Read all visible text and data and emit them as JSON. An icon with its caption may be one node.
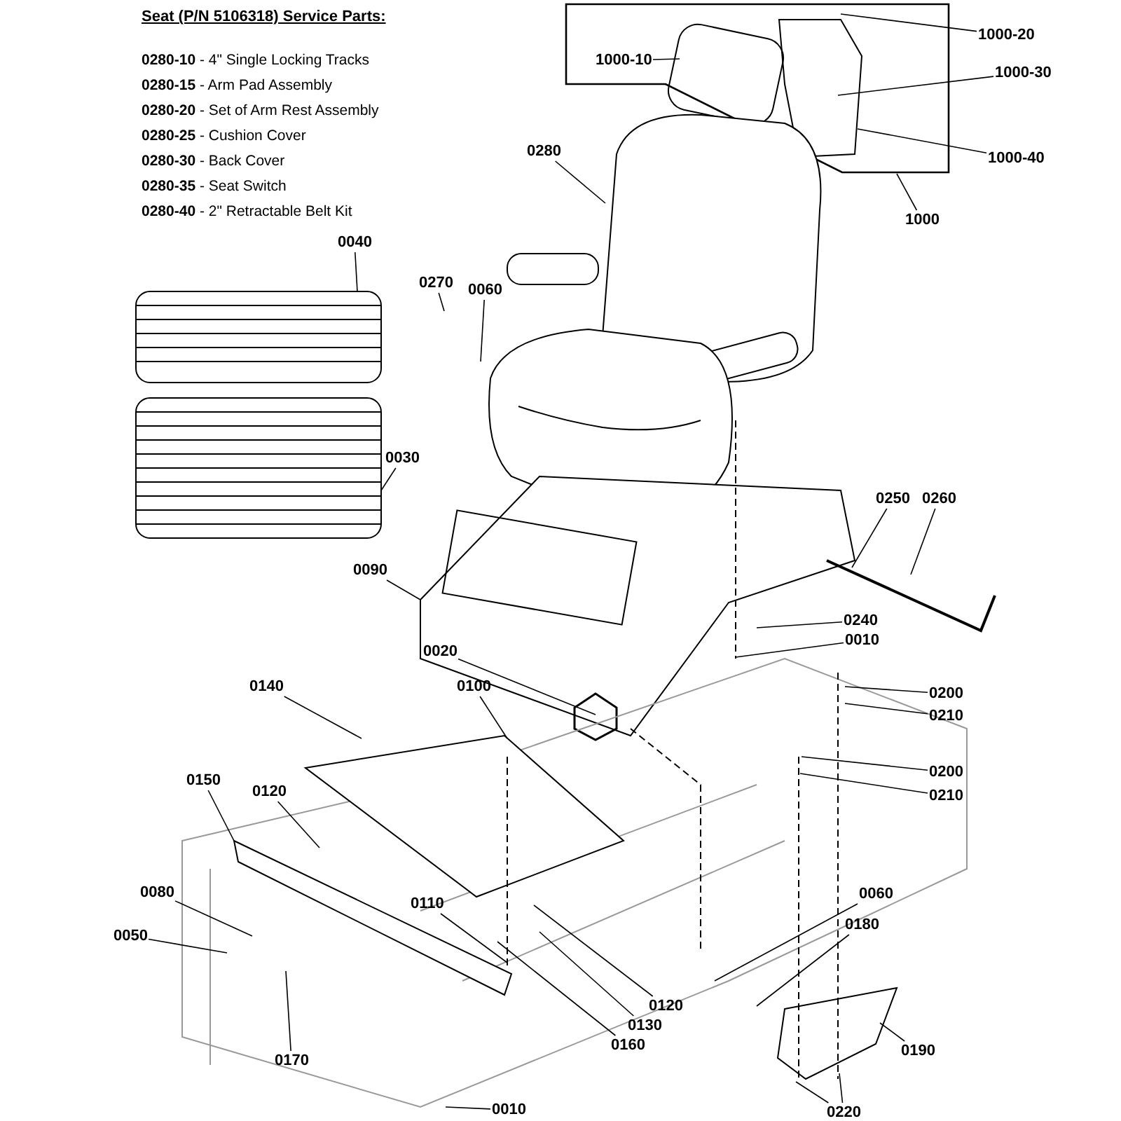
{
  "diagram": {
    "title": "Seat (P/N 5106318) Service Parts:",
    "nodes": [
      {
        "text": [
          "1000-10"
        ]
      },
      {
        "text": [
          "1000-20"
        ]
      },
      {
        "text": [
          "1000-30"
        ]
      },
      {
        "text": [
          "1000-40"
        ]
      },
      {
        "text": [
          "1000"
        ]
      },
      {
        "text": [
          "0280"
        ]
      },
      {
        "text": [
          "0040"
        ]
      },
      {
        "text": [
          "0270"
        ]
      },
      {
        "text": [
          "0060"
        ]
      },
      {
        "text": [
          "0030"
        ]
      },
      {
        "text": [
          "0250"
        ]
      },
      {
        "text": [
          "0260"
        ]
      },
      {
        "text": [
          "0090"
        ]
      },
      {
        "text": [
          "0240"
        ]
      },
      {
        "text": [
          "0010"
        ]
      },
      {
        "text": [
          "0020"
        ]
      },
      {
        "text": [
          "0200"
        ]
      },
      {
        "text": [
          "0140"
        ]
      },
      {
        "text": [
          "0100"
        ]
      },
      {
        "text": [
          "0210"
        ]
      },
      {
        "text": [
          "0200"
        ]
      },
      {
        "text": [
          "0210"
        ]
      },
      {
        "text": [
          "0150"
        ]
      },
      {
        "text": [
          "0120"
        ]
      },
      {
        "text": [
          "0080"
        ]
      },
      {
        "text": [
          "0110"
        ]
      },
      {
        "text": [
          "0060"
        ]
      },
      {
        "text": [
          "0050"
        ]
      },
      {
        "text": [
          "0180"
        ]
      },
      {
        "text": [
          "0120"
        ]
      },
      {
        "text": [
          "0130"
        ]
      },
      {
        "text": [
          "0160"
        ]
      },
      {
        "text": [
          "0190"
        ]
      },
      {
        "text": [
          "0170"
        ]
      },
      {
        "text": [
          "0010"
        ]
      },
      {
        "text": [
          "0220"
        ]
      }
    ],
    "edges": [
      {
        "from": 0,
        "to": null,
        "arrow": "none"
      },
      {
        "from": 1,
        "to": null,
        "arrow": "none"
      },
      {
        "from": 2,
        "to": null,
        "arrow": "none"
      },
      {
        "from": 3,
        "to": null,
        "arrow": "none"
      },
      {
        "from": 4,
        "to": null,
        "arrow": "none"
      },
      {
        "from": 5,
        "to": null,
        "arrow": "none"
      },
      {
        "from": 6,
        "to": null,
        "arrow": "none"
      },
      {
        "from": 7,
        "to": null,
        "arrow": "none"
      },
      {
        "from": 8,
        "to": null,
        "arrow": "none"
      },
      {
        "from": 9,
        "to": null,
        "arrow": "none"
      },
      {
        "from": 10,
        "to": null,
        "arrow": "none"
      },
      {
        "from": 11,
        "to": null,
        "arrow": "none"
      },
      {
        "from": 12,
        "to": null,
        "arrow": "none"
      },
      {
        "from": 13,
        "to": null,
        "arrow": "none"
      },
      {
        "from": 14,
        "to": null,
        "arrow": "none"
      },
      {
        "from": 15,
        "to": null,
        "arrow": "none"
      },
      {
        "from": 16,
        "to": null,
        "arrow": "none"
      },
      {
        "from": 17,
        "to": null,
        "arrow": "none"
      },
      {
        "from": 18,
        "to": null,
        "arrow": "none"
      },
      {
        "from": 19,
        "to": null,
        "arrow": "none"
      },
      {
        "from": 20,
        "to": null,
        "arrow": "none"
      },
      {
        "from": 21,
        "to": null,
        "arrow": "none"
      },
      {
        "from": 22,
        "to": null,
        "arrow": "none"
      },
      {
        "from": 23,
        "to": null,
        "arrow": "none"
      },
      {
        "from": 24,
        "to": null,
        "arrow": "none"
      },
      {
        "from": 25,
        "to": null,
        "arrow": "none"
      },
      {
        "from": 26,
        "to": null,
        "arrow": "none"
      },
      {
        "from": 27,
        "to": null,
        "arrow": "none"
      },
      {
        "from": 28,
        "to": null,
        "arrow": "none"
      },
      {
        "from": 29,
        "to": null,
        "arrow": "none"
      },
      {
        "from": 30,
        "to": null,
        "arrow": "none"
      },
      {
        "from": 31,
        "to": null,
        "arrow": "none"
      },
      {
        "from": 32,
        "to": null,
        "arrow": "none"
      },
      {
        "from": 33,
        "to": null,
        "arrow": "none"
      },
      {
        "from": 34,
        "to": null,
        "arrow": "none"
      },
      {
        "from": 35,
        "to": null,
        "arrow": "none"
      },
      {
        "from": 35,
        "to": null,
        "arrow": "none"
      }
    ],
    "labels": [
      "**0280-10** - 4\" Single Locking Tracks",
      "**0280-15** - Arm Pad Assembly",
      "**0280-20** - Set of Arm Rest Assembly",
      "**0280-25** - Cushion Cover",
      "**0280-30** - Back Cover",
      "**0280-35** - Seat Switch",
      "**0280-40** - 2\" Retractable Belt Kit"
    ]
  }
}
